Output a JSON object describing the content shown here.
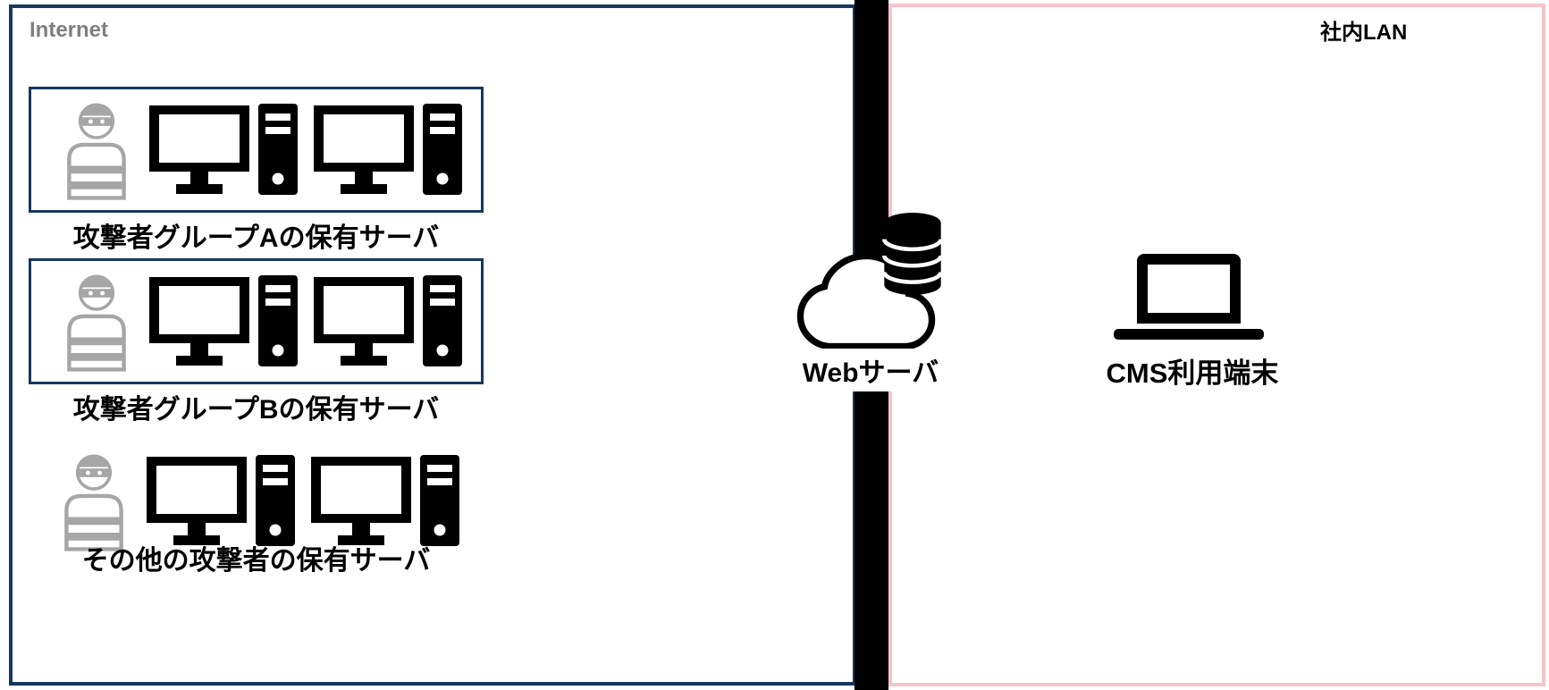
{
  "zones": {
    "internet": {
      "label": "Internet"
    },
    "lan": {
      "label": "社内LAN"
    }
  },
  "attacker_groups": [
    {
      "label": "攻撃者グループAの保有サーバ",
      "boxed": true,
      "icons": [
        "attacker-icon",
        "server-icon",
        "server-icon"
      ]
    },
    {
      "label": "攻撃者グループBの保有サーバ",
      "boxed": true,
      "icons": [
        "attacker-icon",
        "server-icon",
        "server-icon"
      ]
    },
    {
      "label": "その他の攻撃者の保有サーバ",
      "boxed": false,
      "icons": [
        "attacker-icon",
        "server-icon",
        "server-icon"
      ]
    }
  ],
  "boundary": {
    "webserver_label": "Webサーバ",
    "icons": [
      "cloud-icon",
      "database-icon"
    ],
    "barrier": "firewall-bar"
  },
  "lan_devices": [
    {
      "label": "CMS利用端末",
      "icon": "laptop-icon"
    }
  ],
  "colors": {
    "internet_border": "#17375e",
    "group_border": "#17375e",
    "lan_border": "#f5c3ca",
    "firewall_bar": "#000000",
    "attacker_icon": "#a6a6a6",
    "internet_label_text": "#7f7f7f",
    "icon_black": "#000000"
  }
}
